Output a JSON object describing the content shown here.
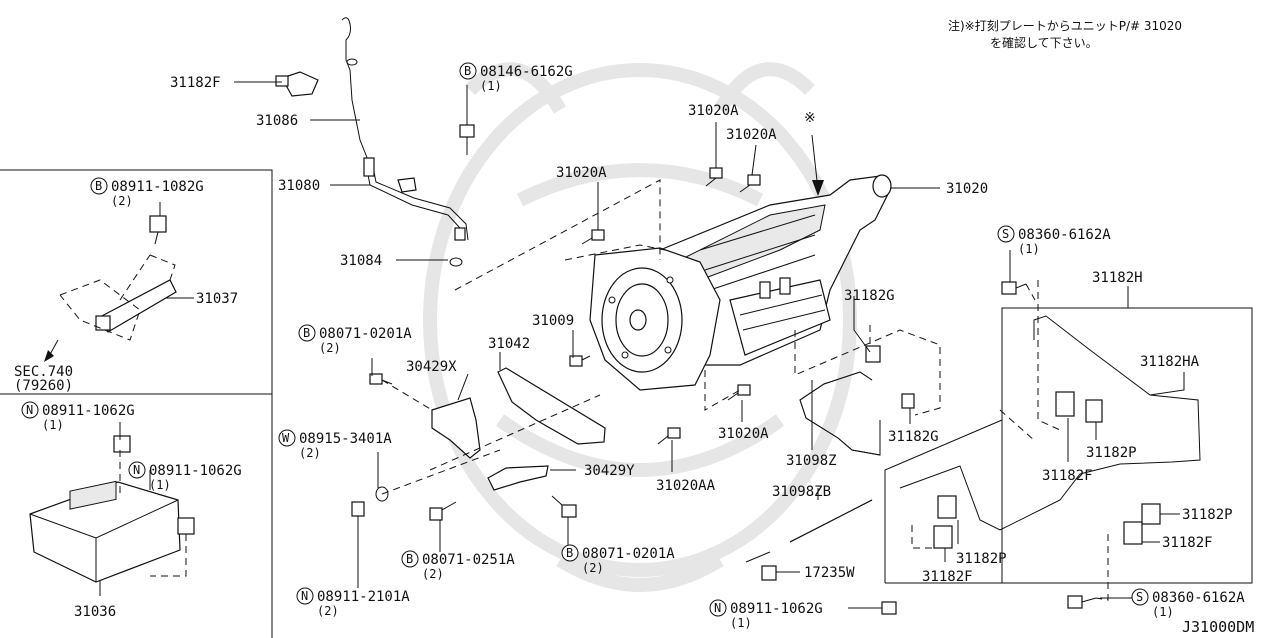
{
  "note": {
    "line1": "注)※打刻プレートからユニットP/# 31020",
    "line2": "を確認して下さい。"
  },
  "asterisk": "※",
  "diagram_id": "J31000DM",
  "sec_ref": {
    "line1": "SEC.740",
    "line2": "(79260)"
  },
  "labels": {
    "p31182F_top": "31182F",
    "p31086": "31086",
    "p31080": "31080",
    "p31084": "31084",
    "p31020A_1": "31020A",
    "p31020A_2": "31020A",
    "p31020A_3": "31020A",
    "p31020A_4": "31020A",
    "p31020": "31020",
    "p31009": "31009",
    "p31042": "31042",
    "p30429X": "30429X",
    "p30429Y": "30429Y",
    "p31020AA": "31020AA",
    "p31182G_1": "31182G",
    "p31182G_2": "31182G",
    "p31182H": "31182H",
    "p31182HA": "31182HA",
    "p31182F_1": "31182F",
    "p31182P_1": "31182P",
    "p31098Z": "31098Z",
    "p31098ZB": "31098ZB",
    "p17235W": "17235W",
    "p31182P_2": "31182P",
    "p31182P_3": "31182P",
    "p31182F_2": "31182F",
    "p31182F_3": "31182F",
    "p31037": "31037",
    "p31036": "31036"
  },
  "callouts": {
    "b_08146": {
      "sym": "B",
      "num": "08146-6162G",
      "qty": "(1)"
    },
    "b_08911_1082": {
      "sym": "B",
      "num": "08911-1082G",
      "qty": "(2)"
    },
    "b_08071_0201_top": {
      "sym": "B",
      "num": "08071-0201A",
      "qty": "(2)"
    },
    "w_08915": {
      "sym": "W",
      "num": "08915-3401A",
      "qty": "(2)"
    },
    "n_08911_1062_a": {
      "sym": "N",
      "num": "08911-1062G",
      "qty": "(1)"
    },
    "n_08911_1062_b": {
      "sym": "N",
      "num": "08911-1062G",
      "qty": "(1)"
    },
    "b_08071_0251": {
      "sym": "B",
      "num": "08071-0251A",
      "qty": "(2)"
    },
    "b_08071_0201_bot": {
      "sym": "B",
      "num": "08071-0201A",
      "qty": "(2)"
    },
    "n_08911_2101": {
      "sym": "N",
      "num": "08911-2101A",
      "qty": "(2)"
    },
    "n_08911_1062_c": {
      "sym": "N",
      "num": "08911-1062G",
      "qty": "(1)"
    },
    "s_08360_top": {
      "sym": "S",
      "num": "08360-6162A",
      "qty": "(1)"
    },
    "s_08360_bot": {
      "sym": "S",
      "num": "08360-6162A",
      "qty": "(1)"
    }
  }
}
